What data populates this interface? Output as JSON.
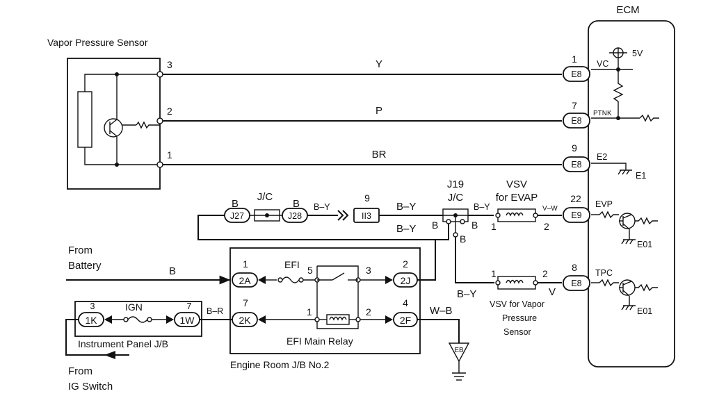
{
  "ecm": {
    "title": "ECM",
    "v5": "5V",
    "vc": "VC",
    "ptnk": "PTNK",
    "e2": "E2",
    "e1": "E1",
    "evp": "EVP",
    "tpc": "TPC",
    "e01": "E01"
  },
  "sensor": {
    "title": "Vapor Pressure Sensor",
    "pin3": "3",
    "pin2": "2",
    "pin1": "1"
  },
  "wires": {
    "y": "Y",
    "p": "P",
    "br": "BR",
    "by": "B–Y",
    "vw": "V–W",
    "v": "V",
    "wb": "W–B",
    "br_short": "B–R",
    "b": "B"
  },
  "connectors": {
    "e8": "E8",
    "e9": "E9",
    "j27": "J27",
    "j28": "J28",
    "ii3": "II3",
    "c2a": "2A",
    "c2j": "2J",
    "c2k": "2K",
    "c2f": "2F",
    "c1k": "1K",
    "c1w": "1W",
    "eb": "EB"
  },
  "pins": {
    "e8_1": "1",
    "e8_7": "7",
    "e8_9": "9",
    "e9_22": "22",
    "e8_8": "8",
    "ii3_9": "9",
    "r2a": "1",
    "r2j": "2",
    "r2k": "7",
    "r2f": "4",
    "sw5": "5",
    "sw3": "3",
    "coil1": "1",
    "coil2": "2",
    "ign3": "3",
    "ign7": "7",
    "vsv1": "1",
    "vsv2": "2",
    "vsv2_1": "1",
    "vsv2_2": "2"
  },
  "jc": {
    "label": "J/C",
    "b": "B",
    "j19": "J19",
    "j19_jc": "J/C"
  },
  "vsv_evap": {
    "line1": "VSV",
    "line2": "for EVAP"
  },
  "vsv_vp": {
    "line1": "VSV for Vapor",
    "line2": "Pressure",
    "line3": "Sensor"
  },
  "relay": {
    "efi": "EFI",
    "main_relay": "EFI Main Relay",
    "box": "Engine Room J/B No.2"
  },
  "panel": {
    "ign": "IGN",
    "box": "Instrument Panel J/B"
  },
  "battery": {
    "line1": "From",
    "line2": "Battery"
  },
  "ig_switch": {
    "line1": "From",
    "line2": "IG Switch"
  }
}
